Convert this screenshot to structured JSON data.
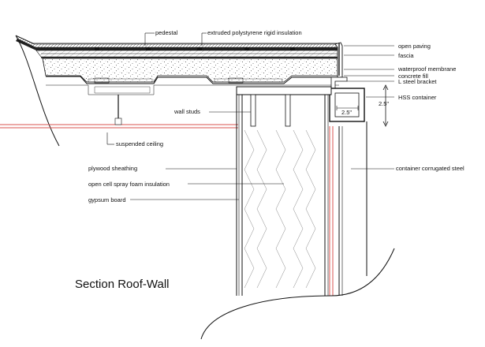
{
  "drawing": {
    "title": "Section Roof-Wall",
    "labels": {
      "pedestal": "pedestal",
      "xps_insulation": "extruded polystyrene rigid insulation",
      "open_paving": "open paving",
      "fascia": "fascia",
      "waterproof_membrane": "waterproof membrane",
      "concrete_fill": "concrete fill",
      "l_bracket": "L steel bracket",
      "hss_container": "HSS container",
      "wall_studs": "wall studs",
      "suspended_ceiling": "suspended ceiling",
      "plywood_sheathing": "plywood sheathing",
      "foam_insulation": "open cell spray foam insulation",
      "gypsum_board": "gypsum board",
      "corrugated_steel": "container corrugated steel"
    },
    "dimensions": {
      "hss_width": "2.5\"",
      "hss_height": "2.5\""
    },
    "colors": {
      "line": "#111111",
      "membrane_red": "#d9534f"
    }
  }
}
